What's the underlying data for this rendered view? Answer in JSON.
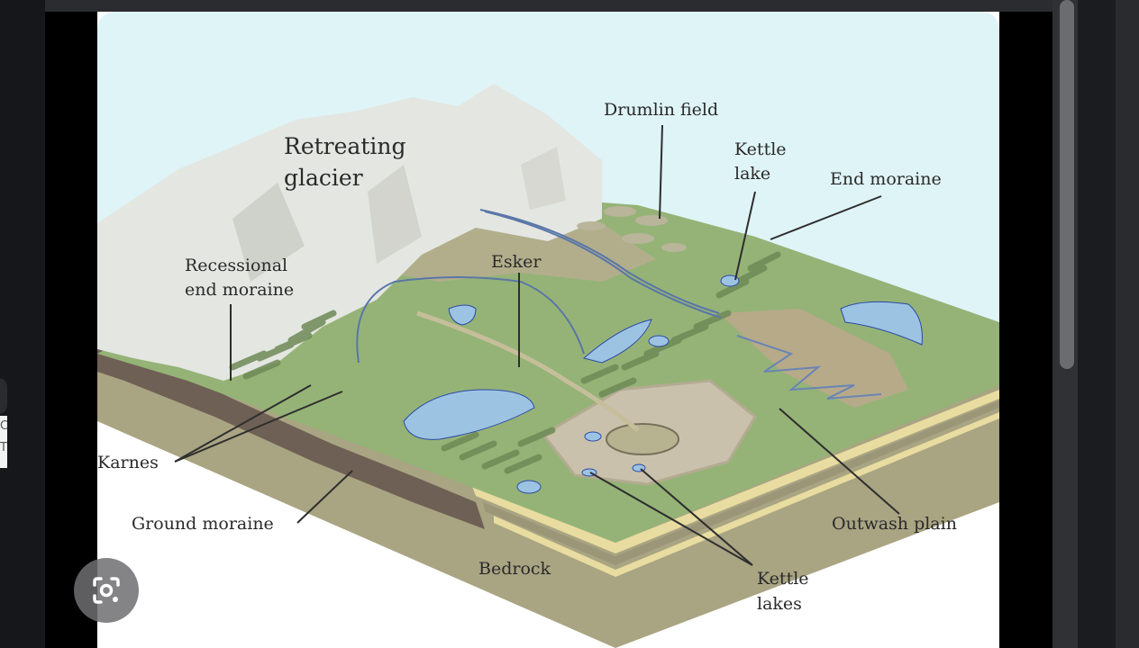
{
  "diagram": {
    "labels": {
      "retreating_glacier_line1": "Retreating",
      "retreating_glacier_line2": "glacier",
      "drumlin_field": "Drumlin field",
      "kettle_lake_line1": "Kettle",
      "kettle_lake_line2": "lake",
      "end_moraine": "End moraine",
      "recessional_line1": "Recessional",
      "recessional_line2": "end moraine",
      "esker": "Esker",
      "karnes": "Karnes",
      "ground_moraine": "Ground moraine",
      "outwash_plain": "Outwash plain",
      "bedrock": "Bedrock",
      "kettle_lakes_line1": "Kettle",
      "kettle_lakes_line2": "lakes"
    },
    "colors": {
      "sky": "#dff4f7",
      "ice": "#e4e6e1",
      "grass": "#95b377",
      "moraine": "#a7a383",
      "water": "#9dc3e2",
      "soil": "#7a6c60",
      "sand": "#d8cf96"
    }
  },
  "overlay": {
    "lens_icon": "google-lens-icon"
  },
  "background": {
    "edge_text": "C T"
  }
}
